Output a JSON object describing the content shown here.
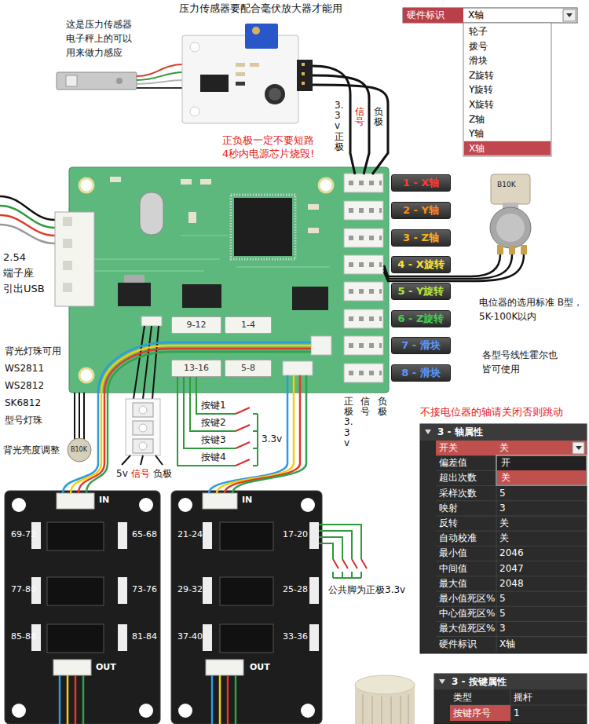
{
  "diagram": {
    "nodes": [
      {
        "text": [
          "硬件标识",
          "X轴"
        ]
      },
      {
        "text": [
          "轮子",
          "拨号",
          "滑块",
          "Z旋转",
          "Y旋转",
          "X旋转",
          "Z轴",
          "Y轴",
          "X轴"
        ]
      },
      {
        "text": [
          "1 - X轴"
        ]
      },
      {
        "text": [
          "2 - Y轴"
        ]
      },
      {
        "text": [
          "3 - Z轴"
        ]
      },
      {
        "text": [
          "4 - X旋转"
        ]
      },
      {
        "text": [
          "5 - Y旋转"
        ]
      },
      {
        "text": [
          "6 - Z旋转"
        ]
      },
      {
        "text": [
          "7 - 滑块"
        ]
      },
      {
        "text": [
          "8 - 滑块"
        ]
      },
      {
        "text": [
          "9-12"
        ]
      },
      {
        "text": [
          "1-4"
        ]
      },
      {
        "text": [
          "13-16"
        ]
      },
      {
        "text": [
          "5-8"
        ]
      },
      {
        "text": [
          "3 - 轴属性",
          "开关",
          "关",
          "偏差值",
          "超出次数",
          "采样次数",
          "5",
          "映射",
          "3",
          "反转",
          "关",
          "自动校准",
          "关",
          "最小值",
          "2046",
          "中间值",
          "2047",
          "最大值",
          "2048",
          "最小值死区%",
          "5",
          "中心值死区%",
          "5",
          "最大值死区%",
          "3",
          "硬件标识",
          "X轴"
        ]
      },
      {
        "text": [
          "开",
          "关"
        ],
        "in": 14
      },
      {
        "text": [
          "IN",
          "69-72",
          "65-68",
          "77-80",
          "73-76",
          "85-88",
          "81-84",
          "OUT"
        ]
      },
      {
        "text": [
          "IN",
          "21-24",
          "17-20",
          "29-32",
          "25-28",
          "37-40",
          "33-36",
          "OUT"
        ]
      },
      {
        "text": [
          "3 - 按键属性",
          "类型",
          "摇杆",
          "按键序号",
          "1"
        ]
      }
    ],
    "labels": [
      "压力传感器要配合毫伏放大器才能用",
      "这是压力传感器 电子秤上的可以 用来做力感应",
      "3.3v正极",
      "信号",
      "负极",
      "正负极一定不要短路 4秒内电源芯片烧毁!",
      "B10K",
      "电位器的选用标准 B型，5K-100K以内",
      "各型号线性霍尔也 皆可使用",
      "2.54 端子座 引出USB",
      "背光灯珠可用",
      "WS2811",
      "WS2812",
      "SK6812",
      "型号灯珠",
      "背光亮度调整",
      "B10K",
      "5v",
      "信号",
      "负极",
      "按键1",
      "按键2",
      "按键3",
      "按键4",
      "3.3v",
      "正极3.3v",
      "信号",
      "负极",
      "不接电位器的轴请关闭否则跳动",
      "公共脚为正极3.3v"
    ]
  }
}
